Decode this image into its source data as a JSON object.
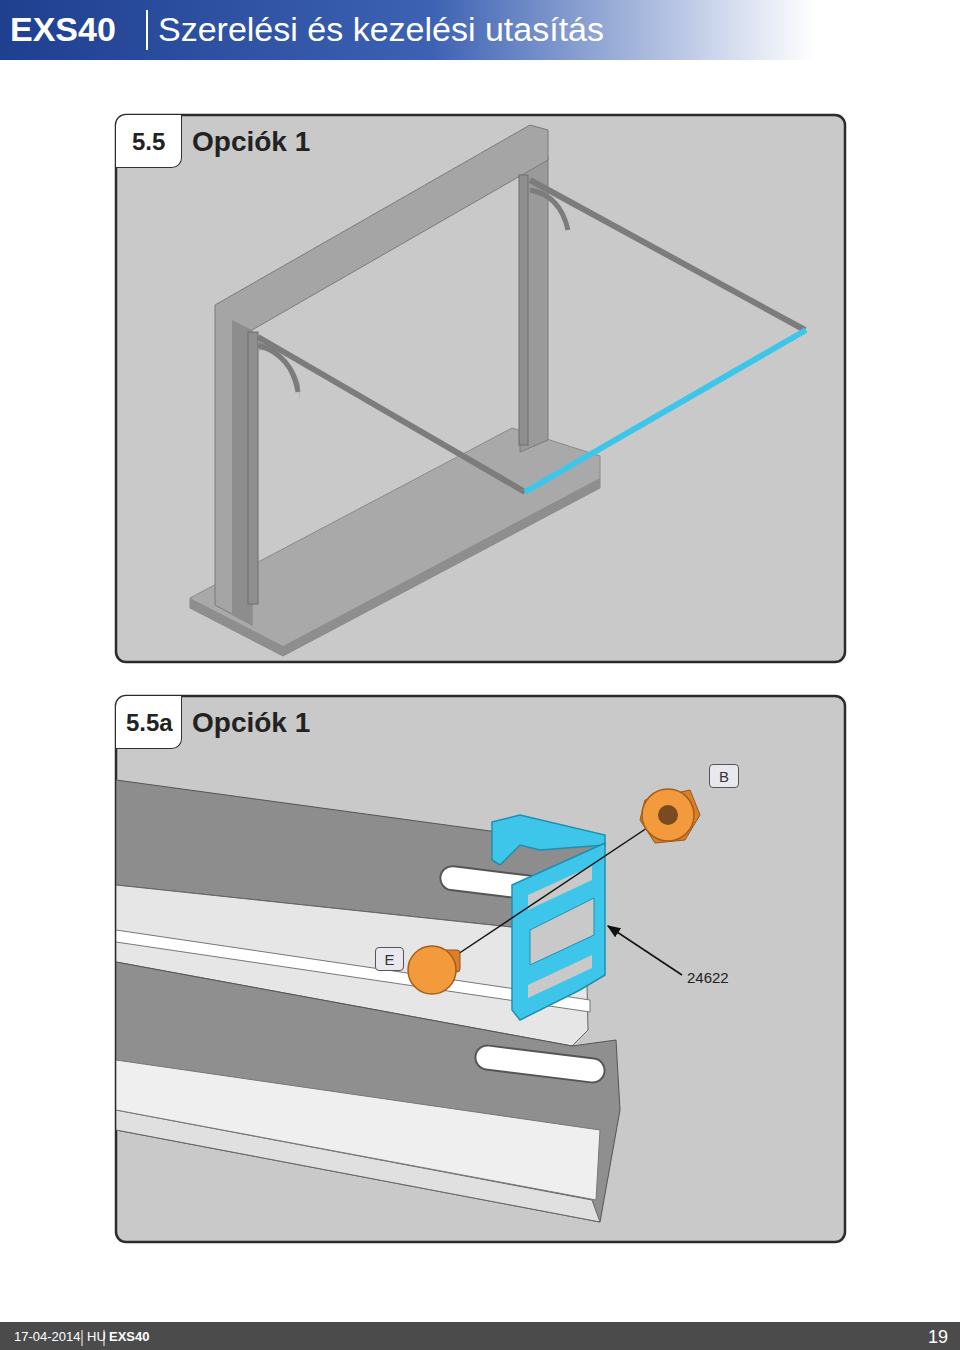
{
  "diagram": {
    "title": "Szerelési és kezelési utasítás",
    "nodes": [
      {
        "text": [
          "5.5",
          "Opciók 1"
        ]
      },
      {
        "text": [
          "5.5a",
          "Opciók 1"
        ]
      },
      {
        "text": [
          "B"
        ],
        "in": 1
      },
      {
        "text": [
          "E"
        ],
        "in": 1
      }
    ],
    "labels": [
      "EXS40",
      "24622",
      "17-04-2014",
      "HU",
      "EXS40",
      "19"
    ]
  }
}
